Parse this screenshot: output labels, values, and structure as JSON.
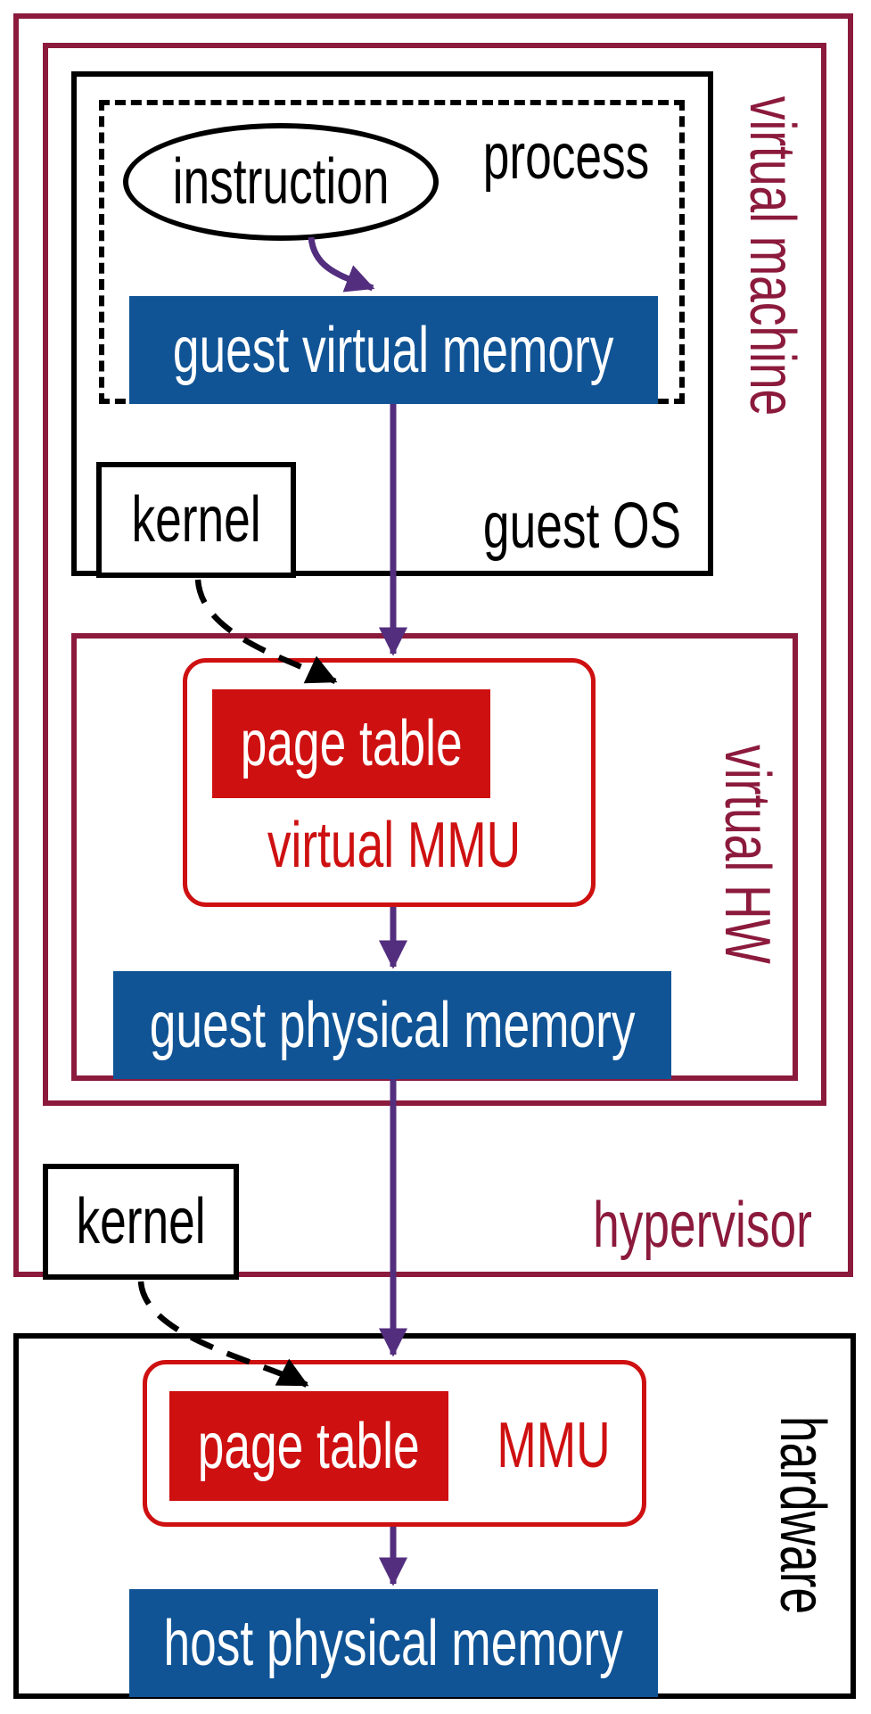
{
  "colors": {
    "maroon": "#8B1A3C",
    "red": "#CE1011",
    "blue": "#105496",
    "purple": "#532E7E",
    "black": "#000000",
    "white": "#FFFFFF"
  },
  "hypervisor": {
    "label": "hypervisor",
    "kernel_label": "kernel",
    "virtual_machine": {
      "label": "virtual machine",
      "guest_os": {
        "label": "guest OS",
        "kernel_label": "kernel",
        "process": {
          "label": "process",
          "instruction_label": "instruction",
          "guest_virtual_memory_label": "guest virtual memory"
        }
      },
      "virtual_hw": {
        "label": "virtual HW",
        "virtual_mmu": {
          "label": "virtual MMU",
          "page_table_label": "page table"
        },
        "guest_physical_memory_label": "guest physical memory"
      }
    }
  },
  "hardware": {
    "label": "hardware",
    "mmu": {
      "label": "MMU",
      "page_table_label": "page table"
    },
    "host_physical_memory_label": "host physical memory"
  }
}
